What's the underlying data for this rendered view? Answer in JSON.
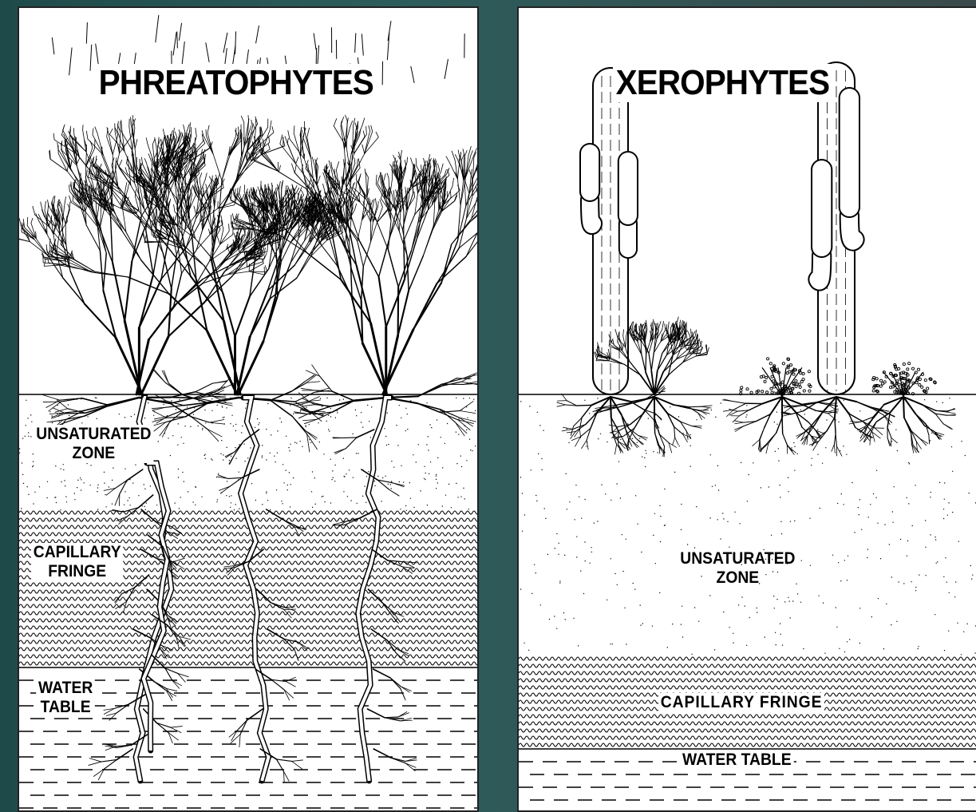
{
  "left": {
    "title": "PHREATOPHYTES",
    "labels": {
      "unsaturated_1": "UNSATURATED",
      "unsaturated_2": "ZONE",
      "capillary_1": "CAPILLARY",
      "capillary_2": "FRINGE",
      "water_1": "WATER",
      "water_2": "TABLE"
    }
  },
  "right": {
    "title": "XEROPHYTES",
    "labels": {
      "unsaturated_1": "UNSATURATED",
      "unsaturated_2": "ZONE",
      "capillary": "CAPILLARY  FRINGE",
      "water": "WATER TABLE"
    }
  }
}
